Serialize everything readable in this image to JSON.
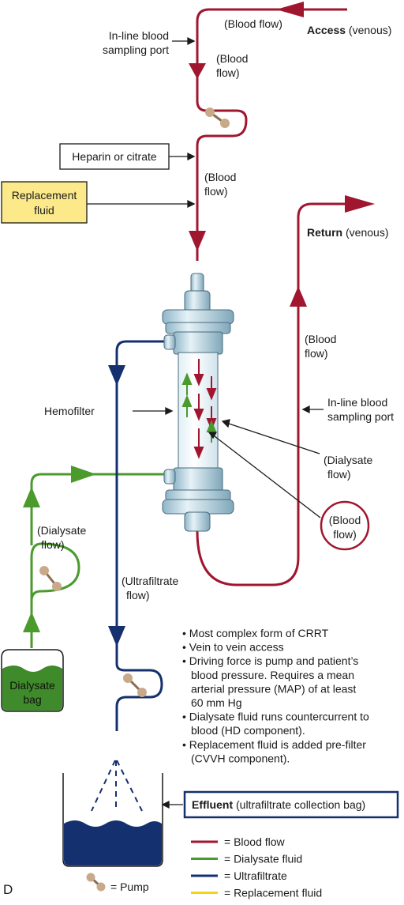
{
  "colors": {
    "blood": "#a0162f",
    "dialysate": "#4a9a2c",
    "ultrafiltrate": "#14306e",
    "replacement": "#f5d316",
    "replacement_box": "#fbe98a",
    "effluent_fluid": "#14306e",
    "dialysate_bag_fluid": "#3f8a2a",
    "filter_body": "#c6dde8"
  },
  "labels": {
    "blood_flow_top": "(Blood flow)",
    "access_bold": "Access",
    "access_rest": " (venous)",
    "inline_port_left_1": "In-line blood",
    "inline_port_left_2": "sampling port",
    "blood_flow_a_1": "(Blood",
    "blood_flow_a_2": "flow)",
    "heparin": "Heparin or citrate",
    "blood_flow_b_1": "(Blood",
    "blood_flow_b_2": "flow)",
    "replacement_1": "Replacement",
    "replacement_2": "fluid",
    "return_bold": "Return",
    "return_rest": " (venous)",
    "blood_flow_c_1": "(Blood",
    "blood_flow_c_2": "flow)",
    "inline_port_right_1": "In-line blood",
    "inline_port_right_2": "sampling port",
    "hemofilter": "Hemofilter",
    "dialysate_flow_right_1": "(Dialysate",
    "dialysate_flow_right_2": "flow)",
    "blood_flow_circle_1": "(Blood",
    "blood_flow_circle_2": "flow)",
    "dialysate_flow_left_1": "(Dialysate",
    "dialysate_flow_left_2": "flow)",
    "ultrafiltrate_1": "(Ultrafiltrate",
    "ultrafiltrate_2": "flow)",
    "dialysate_bag_1": "Dialysate",
    "dialysate_bag_2": "bag",
    "effluent_bold": "Effluent",
    "effluent_rest": " (ultrafiltrate collection bag)",
    "pump_legend": "= Pump",
    "panel_letter": "D"
  },
  "bullets": [
    [
      "• Most complex form of CRRT"
    ],
    [
      "• Vein to vein access"
    ],
    [
      "• Driving force is pump and patient’s",
      "blood pressure. Requires a mean",
      "arterial pressure (MAP) of at least",
      "60 mm Hg"
    ],
    [
      "• Dialysate fluid runs countercurrent to",
      "blood (HD component)."
    ],
    [
      "• Replacement fluid is added pre-filter",
      "(CVVH component)."
    ]
  ],
  "legend": [
    {
      "label": "= Blood flow",
      "color": "#a0162f"
    },
    {
      "label": "= Dialysate fluid",
      "color": "#4a9a2c"
    },
    {
      "label": "= Ultrafiltrate",
      "color": "#14306e"
    },
    {
      "label": "= Replacement fluid",
      "color": "#f5d316"
    }
  ]
}
